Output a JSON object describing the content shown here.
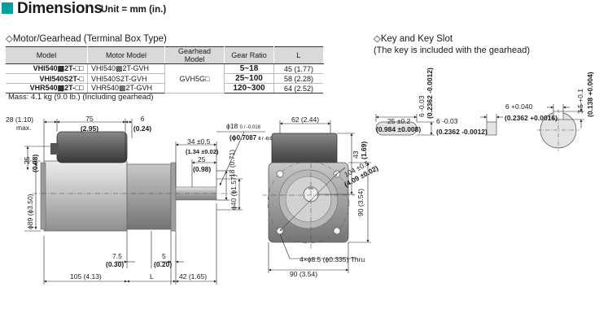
{
  "header": {
    "title": "Dimensions",
    "unit": "Unit = mm (in.)",
    "accent_color": "#00a0a0"
  },
  "section_motor": {
    "title": "◇Motor/Gearhead (Terminal Box Type)"
  },
  "section_key": {
    "title": "◇Key and Key Slot",
    "note": "(The key is included with the gearhead)"
  },
  "table": {
    "headers": [
      "Model",
      "Motor Model",
      "Gearhead Model",
      "Gear Ratio",
      "L"
    ],
    "rows": [
      {
        "model": "VHI540▩2T-□□",
        "motor_model": "VHI540▩2T-GVH",
        "ratio": "5~18",
        "l": "45 (1.77)"
      },
      {
        "model": "VHI540S2T-□",
        "motor_model": "VHI540S2T-GVH",
        "ratio": "25~100",
        "l": "58 (2.28)"
      },
      {
        "model": "VHR540▩2T-□□",
        "motor_model": "VHR540▩2T-GVH",
        "ratio": "120~300",
        "l": "64 (2.52)"
      }
    ],
    "gearhead_model": "GVH5G□"
  },
  "mass_note": "Mass: 4.1 kg (9.0 lb.) (Including gearhead)",
  "dims": {
    "d28": "28",
    "d28_in": "(1.10)",
    "max": "max.",
    "d75": "75",
    "d75_in": "(2.95)",
    "d6": "6",
    "d6_in": "(0.24)",
    "d25v": "25",
    "d25v_in": "(0.98)",
    "d89": "ϕ89 ",
    "d89_in": "(ϕ3.50)",
    "d34": "34 ±0.5",
    "d34_in": "(1.34 ±0.02)",
    "d25": "25",
    "d25_in": "(0.98)",
    "d18": "18",
    "d18_in": "(0.71)",
    "d40": "ϕ40",
    "d40_in": "(ϕ1.57)",
    "shaft_dia": "ϕ18",
    "shaft_dia_tol": "0 / -0.018",
    "shaft_dia_in": "(ϕ0.7087",
    "shaft_dia_in_tol": "0 / -0.0007)",
    "d7_5": "7.5",
    "d7_5_in": "(0.30)",
    "d5": "5",
    "d5_in": "(0.20)",
    "d105": "105",
    "d105_in": "(4.13)",
    "dL": "L",
    "d42": "42",
    "d42_in": "(1.65)",
    "d62": "62",
    "d62_in": "(2.44)",
    "d43": "43",
    "d43_in": "(1.69)",
    "d104": "104 ±0.5",
    "d104_in": "(4.09 ±0.02)",
    "d90v": "90",
    "d90v_in": "(3.54)",
    "holes": "4×ϕ8.5 ",
    "holes_in": "(ϕ0.335)",
    "holes_thru": " Thru",
    "d90": "90",
    "d90_in": "(3.54)"
  },
  "key_dims": {
    "k6v": "6 -0.03",
    "k6v_in": "(0.2362 -0.0012)",
    "k25": "25 ±0.2",
    "k25_in": "(0.984 ±0.008)",
    "k6": "6 -0.03",
    "k6_in": "(0.2362 -0.0012)",
    "k6s": "6 +0.040",
    "k6s_in": "(0.2362 +0.0016)",
    "k3_5": "3.5 +0.1",
    "k3_5_in": "(0.138 +0.004)"
  }
}
